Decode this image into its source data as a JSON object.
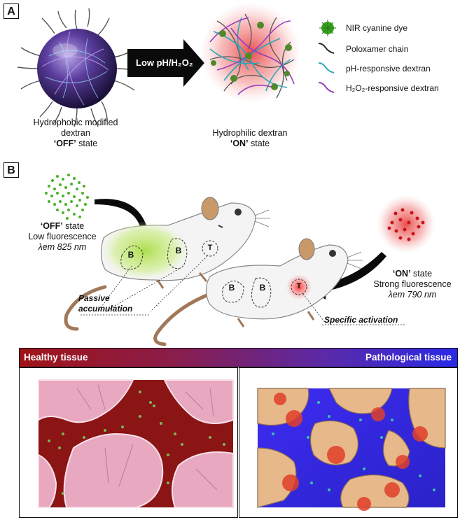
{
  "panel_a": {
    "label": "A",
    "left_caption_line1": "Hydrophobic modified",
    "left_caption_line2": "dextran",
    "left_state": "‘OFF’",
    "left_state_suffix": " state",
    "arrow_label": "Low pH/H₂O₂",
    "right_caption_line1": "Hydrophilic dextran",
    "right_state": "‘ON’",
    "right_state_suffix": " state",
    "legend": [
      {
        "label": "NIR cyanine dye",
        "icon": "green-dye-sphere-icon"
      },
      {
        "label": "Poloxamer chain",
        "icon": "black-chain-icon"
      },
      {
        "label": "pH-responsive dextran",
        "icon": "teal-chain-icon"
      },
      {
        "label": "H₂O₂-responsive dextran",
        "icon": "purple-chain-icon"
      }
    ]
  },
  "panel_b": {
    "label": "B",
    "off_state": "‘OFF’",
    "off_state_suffix": " state",
    "off_fluorescence": "Low fluorescence",
    "off_wavelength": "λem 825 nm",
    "on_state": "‘ON’",
    "on_state_suffix": " state",
    "on_fluorescence": "Strong fluorescence",
    "on_wavelength": "λem 790 nm",
    "passive_line1": "Passive",
    "passive_line2": "accumulation",
    "specific": "Specific activation",
    "mouse_tags": {
      "b": "B",
      "t": "T"
    }
  },
  "tissue_bar": {
    "left_label": "Healthy tissue",
    "right_label": "Pathological tissue",
    "colors": {
      "healthy": "#a01418",
      "pathological": "#2a2ae8"
    }
  },
  "colors": {
    "green_dye": "#49b227",
    "red_dye": "#d3161c",
    "healthy_cell": "#e8a8c0",
    "tumor_cell": "#e6b88a",
    "blood_healthy": "#8b1414",
    "blood_pathological": "#3a2af0"
  }
}
